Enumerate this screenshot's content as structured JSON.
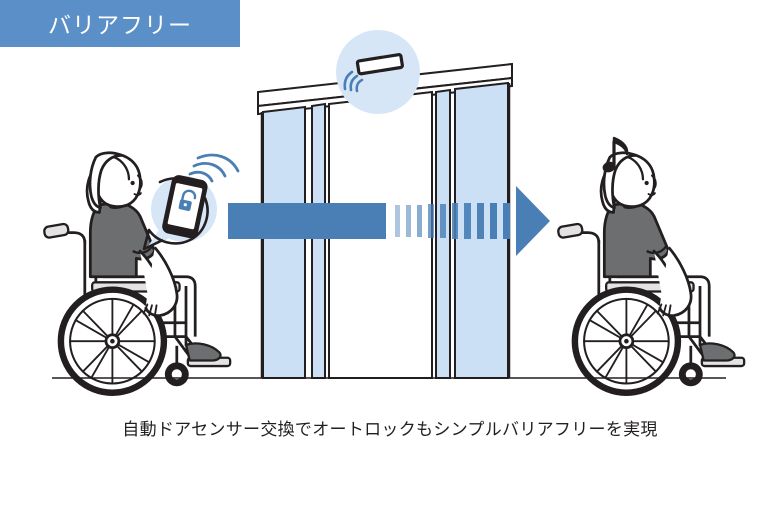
{
  "badge": {
    "label": "バリアフリー",
    "background": "#5a8fc7",
    "text_color": "#ffffff"
  },
  "caption": {
    "text": "自動ドアセンサー交換でオートロックもシンプルバリアフリーを実現",
    "color": "#231f20"
  },
  "illustration": {
    "title": "automatic-door-barrier-free-illustration",
    "palette": {
      "accent_blue": "#4a7fb5",
      "glass_tint": "#cbdff5",
      "bubble_blue": "#d6e6f7",
      "line_dark": "#231f20",
      "shirt_gray": "#6d6e70",
      "skin": "#ffffff",
      "wheel_dark": "#231f20",
      "ground": "#231f20"
    },
    "elements": {
      "door_sensor": "door-sensor",
      "smartphone": "smartphone-with-unlock-icon",
      "unlock_icon": "open-padlock-icon",
      "wifi_waves": "wireless-signal-icon",
      "music_note": "music-note-icon",
      "arrow": "motion-arrow-right",
      "left_person": "wheelchair-user-approaching",
      "right_person": "wheelchair-user-passed-through",
      "glass_door": "automatic-sliding-glass-door",
      "ground_line": "ground-line"
    }
  }
}
